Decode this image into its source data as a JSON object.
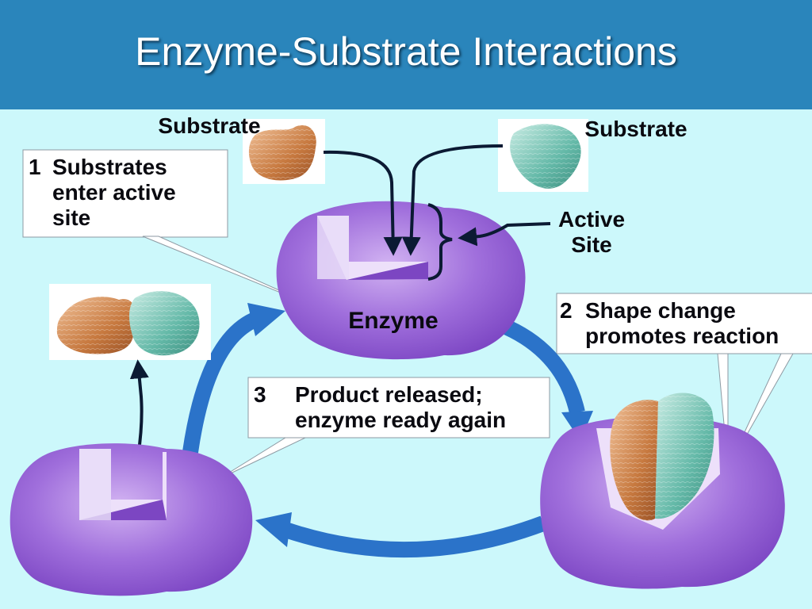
{
  "title": "Enzyme-Substrate Interactions",
  "labels": {
    "substrate_left": "Substrate",
    "substrate_right": "Substrate",
    "active_site_line1": "Active",
    "active_site_line2": "Site",
    "enzyme": "Enzyme"
  },
  "steps": [
    {
      "number": "1",
      "lines": [
        "Substrates",
        "enter active",
        "site"
      ]
    },
    {
      "number": "2",
      "lines": [
        "Shape change",
        "promotes reaction"
      ]
    },
    {
      "number": "3",
      "lines": [
        "Product released;",
        "enzyme ready again"
      ]
    }
  ],
  "colors": {
    "title_bar": "#2a85bb",
    "background": "#ccf8fb",
    "enzyme": "#9a62d8",
    "substrate_orange": "#c77a43",
    "substrate_teal": "#5fb9a7",
    "cycle_arrow": "#2b73c9"
  }
}
